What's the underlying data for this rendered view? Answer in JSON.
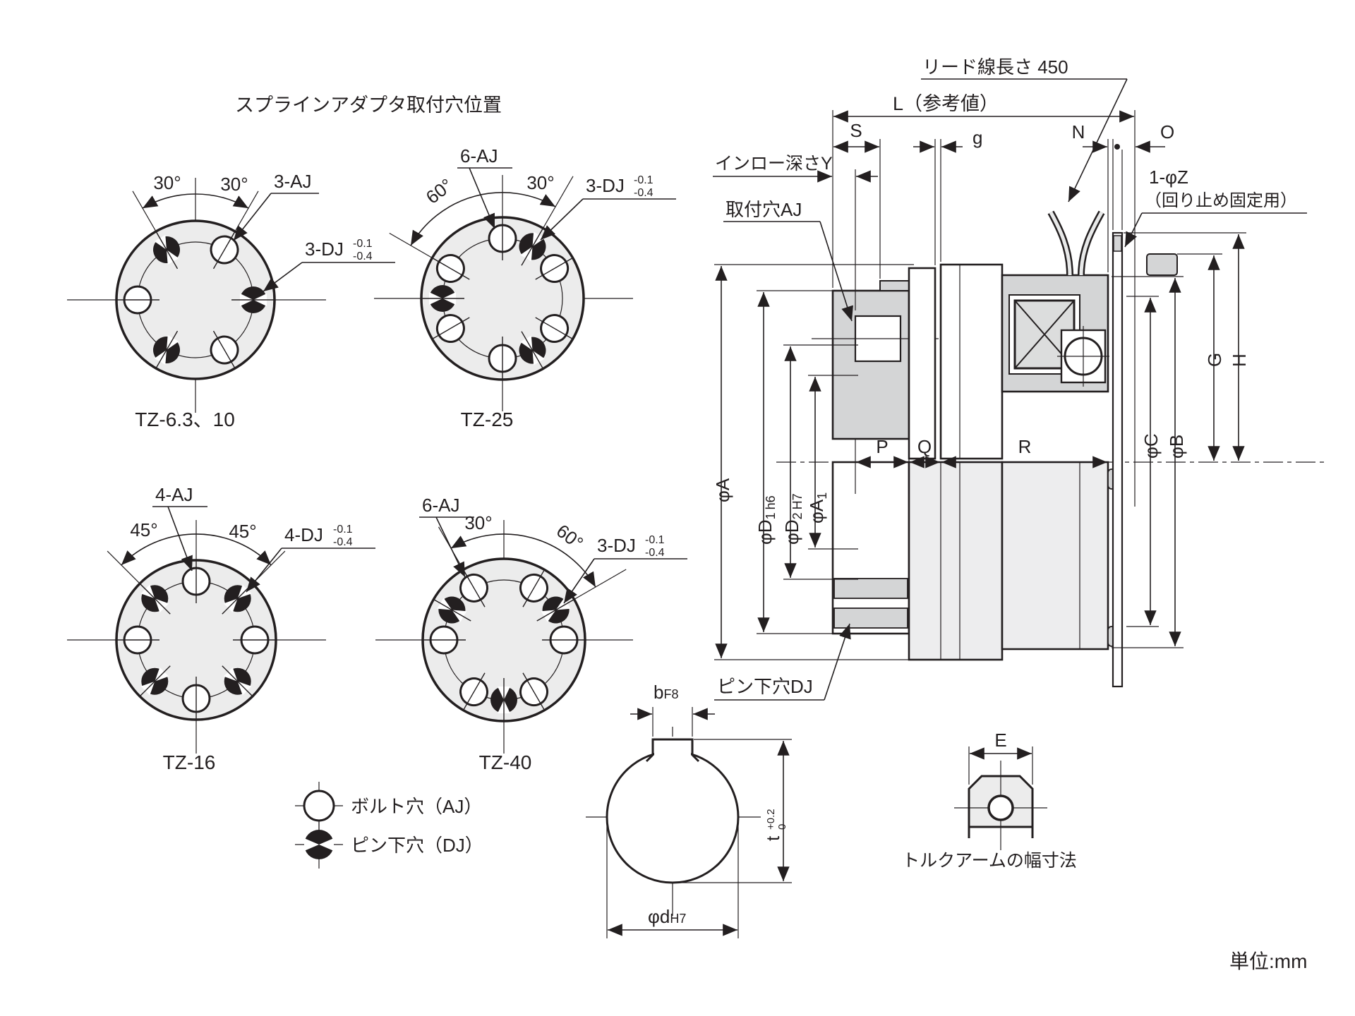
{
  "title": "スプラインアダプタ取付穴位置",
  "unit": "単位:mm",
  "legend": {
    "bolt": "ボルト穴（AJ）",
    "pin": "ピン下穴（DJ）"
  },
  "patterns": {
    "tz63": {
      "name": "TZ-6.3、10",
      "angL": "30°",
      "angR": "30°",
      "aj": "3-AJ",
      "dj": "3-DJ",
      "tolU": "-0.1",
      "tolL": "-0.4"
    },
    "tz25": {
      "name": "TZ-25",
      "angL": "60°",
      "angR": "30°",
      "aj": "6-AJ",
      "dj": "3-DJ",
      "tolU": "-0.1",
      "tolL": "-0.4"
    },
    "tz16": {
      "name": "TZ-16",
      "angL": "45°",
      "angR": "45°",
      "aj": "4-AJ",
      "dj": "4-DJ",
      "tolU": "-0.1",
      "tolL": "-0.4"
    },
    "tz40": {
      "name": "TZ-40",
      "angL": "30°",
      "angR": "60°",
      "aj": "6-AJ",
      "dj": "3-DJ",
      "tolU": "-0.1",
      "tolL": "-0.4"
    }
  },
  "section": {
    "lead": "リード線長さ 450",
    "L": "L（参考値）",
    "S": "S",
    "g": "g",
    "N": "N",
    "O": "O",
    "inro": "インロー深さY",
    "mount": "取付穴AJ",
    "phiZ": "1-φZ",
    "phiZnote": "（回り止め固定用）",
    "pin": "ピン下穴DJ",
    "P": "P",
    "Q": "Q",
    "R": "R",
    "G": "G",
    "H": "H",
    "phiA": "φA",
    "phiD": "φD",
    "d1sub": "1",
    "d1fit": "h6",
    "d2sub": "2",
    "d2fit": "H7",
    "phiAl": "φA",
    "a1sub": "1",
    "phiC": "φC",
    "phiB": "φB"
  },
  "bore": {
    "b": "b",
    "bfit": "F8",
    "t": "t",
    "ttolU": "+0.2",
    "ttolL": "0",
    "phid": "φd",
    "dfit": "H7"
  },
  "arm": {
    "E": "E",
    "caption": "トルクアームの幅寸法"
  }
}
